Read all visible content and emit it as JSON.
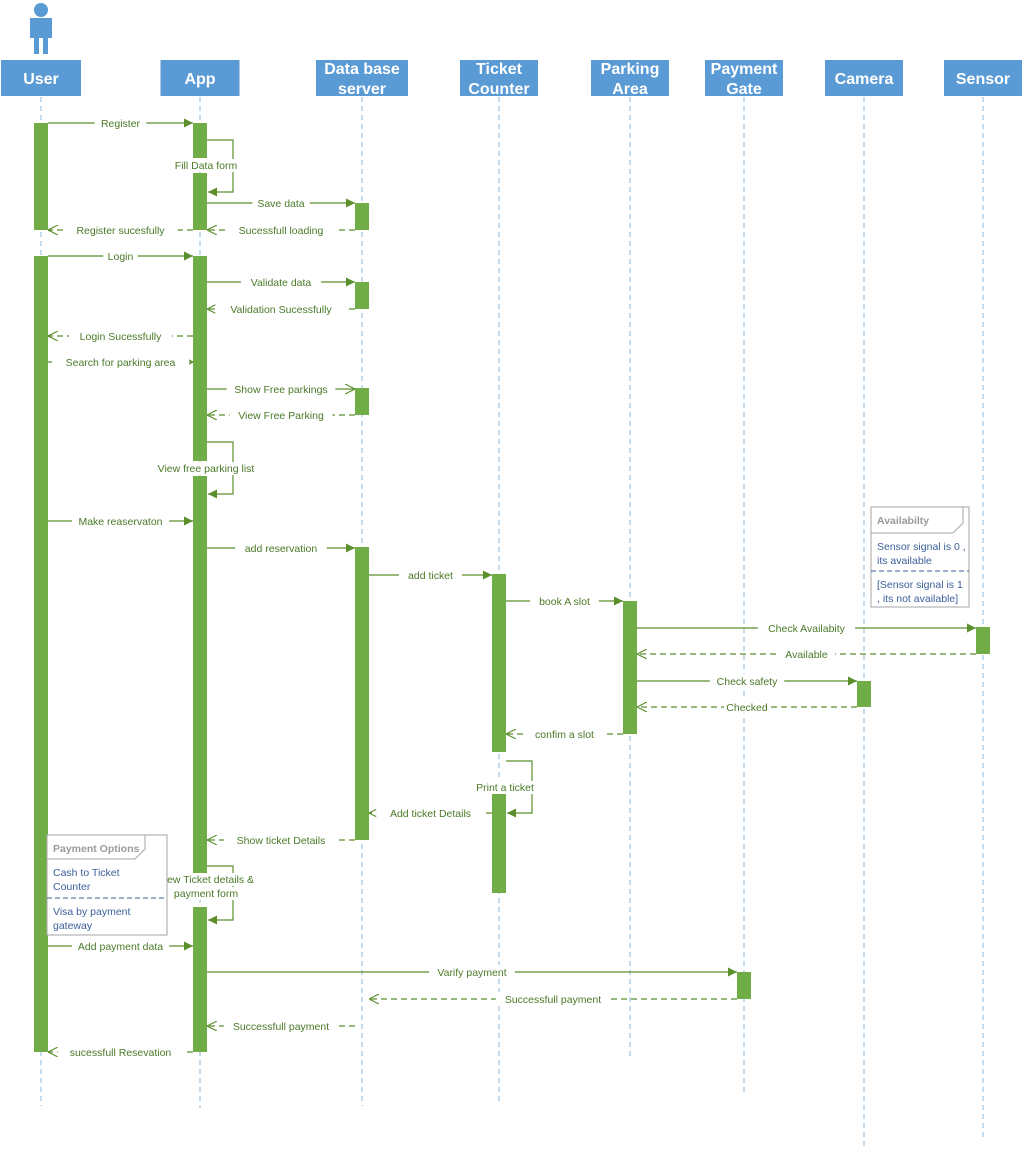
{
  "colors": {
    "header": "#5b9bd5",
    "actor": "#5b9bd5",
    "lifeline": "#9dc3e6",
    "activation": "#70ad47",
    "message": "#5b8f2c",
    "message_text": "#4a7a28",
    "note_border": "#a6a6a6",
    "note_title": "#9a9a9a",
    "note_text": "#3c5f9a"
  },
  "actor_icon": "person-icon",
  "lifelines": [
    {
      "id": "user",
      "lines": [
        "User"
      ]
    },
    {
      "id": "app",
      "lines": [
        "App"
      ]
    },
    {
      "id": "db",
      "lines": [
        "Data base",
        "server"
      ]
    },
    {
      "id": "ticket",
      "lines": [
        "Ticket",
        "Counter"
      ]
    },
    {
      "id": "parking",
      "lines": [
        "Parking",
        "Area"
      ]
    },
    {
      "id": "payment",
      "lines": [
        "Payment",
        "Gate"
      ]
    },
    {
      "id": "camera",
      "lines": [
        "Camera"
      ]
    },
    {
      "id": "sensor",
      "lines": [
        "Sensor"
      ]
    }
  ],
  "messages": [
    {
      "from": "user",
      "to": "app",
      "label": "Register",
      "style": "sync"
    },
    {
      "from": "app",
      "to": "app",
      "label": "Fill Data form",
      "style": "self"
    },
    {
      "from": "app",
      "to": "db",
      "label": "Save data",
      "style": "sync"
    },
    {
      "from": "db",
      "to": "app",
      "label": "Sucessfull loading",
      "style": "reply"
    },
    {
      "from": "app",
      "to": "user",
      "label": "Register sucesfully",
      "style": "reply"
    },
    {
      "from": "user",
      "to": "app",
      "label": "Login",
      "style": "sync"
    },
    {
      "from": "app",
      "to": "db",
      "label": "Validate data",
      "style": "sync"
    },
    {
      "from": "db",
      "to": "app",
      "label": "Validation Sucessfully",
      "style": "reply"
    },
    {
      "from": "app",
      "to": "user",
      "label": "Login Sucessfully",
      "style": "reply"
    },
    {
      "from": "user",
      "to": "app",
      "label": "Search for parking area",
      "style": "open"
    },
    {
      "from": "app",
      "to": "db",
      "label": "Show Free parkings",
      "style": "open"
    },
    {
      "from": "db",
      "to": "app",
      "label": "View Free Parking",
      "style": "reply"
    },
    {
      "from": "app",
      "to": "app",
      "label": "View free parking list",
      "style": "self"
    },
    {
      "from": "user",
      "to": "app",
      "label": "Make reaservaton",
      "style": "sync"
    },
    {
      "from": "app",
      "to": "db",
      "label": "add reservation",
      "style": "sync"
    },
    {
      "from": "db",
      "to": "ticket",
      "label": "add ticket",
      "style": "sync"
    },
    {
      "from": "ticket",
      "to": "parking",
      "label": "book A slot",
      "style": "sync"
    },
    {
      "from": "parking",
      "to": "sensor",
      "label": "Check Availabity",
      "style": "sync"
    },
    {
      "from": "sensor",
      "to": "parking",
      "label": "Available",
      "style": "reply"
    },
    {
      "from": "parking",
      "to": "camera",
      "label": "Check safety",
      "style": "sync"
    },
    {
      "from": "camera",
      "to": "parking",
      "label": "Checked",
      "style": "reply"
    },
    {
      "from": "parking",
      "to": "ticket",
      "label": "confim a slot",
      "style": "reply"
    },
    {
      "from": "ticket",
      "to": "ticket",
      "label": "Print a ticket",
      "style": "self"
    },
    {
      "from": "ticket",
      "to": "db",
      "label": "Add ticket Details",
      "style": "reply"
    },
    {
      "from": "db",
      "to": "app",
      "label": "Show ticket Details",
      "style": "reply"
    },
    {
      "from": "app",
      "to": "app",
      "label": "View Ticket details & payment form",
      "lines": [
        "View Ticket details &",
        "payment form"
      ],
      "style": "self"
    },
    {
      "from": "user",
      "to": "app",
      "label": "Add payment data",
      "style": "sync"
    },
    {
      "from": "app",
      "to": "payment",
      "label": "Varify payment",
      "style": "sync"
    },
    {
      "from": "payment",
      "to": "db",
      "label": "Successfull payment",
      "style": "reply"
    },
    {
      "from": "db",
      "to": "app",
      "label": "Successfull payment",
      "style": "reply"
    },
    {
      "from": "app",
      "to": "user",
      "label": "sucessfull Resevation",
      "style": "reply"
    }
  ],
  "notes": [
    {
      "id": "payment-options",
      "title": "Payment Options",
      "sections": [
        [
          "Cash to Ticket",
          "Counter"
        ],
        [
          "Visa by payment",
          "gateway"
        ]
      ]
    },
    {
      "id": "availability",
      "title": "Availabilty",
      "sections": [
        [
          "Sensor signal is 0 ,",
          "its available"
        ],
        [
          "[Sensor signal is 1",
          ", its not available]"
        ]
      ]
    }
  ]
}
